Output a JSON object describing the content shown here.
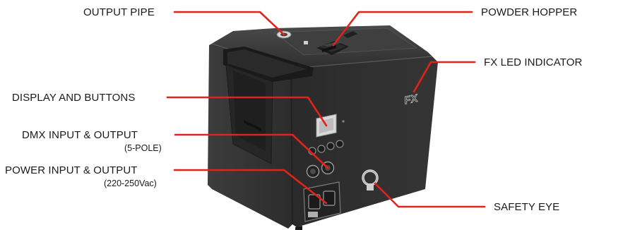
{
  "callouts": {
    "output_pipe": {
      "label": "OUTPUT PIPE"
    },
    "powder_hopper": {
      "label": "POWDER HOPPER"
    },
    "fx_led_indicator": {
      "label": "FX LED INDICATOR"
    },
    "display_and_buttons": {
      "label": "DISPLAY AND BUTTONS"
    },
    "dmx_io": {
      "label": "DMX INPUT & OUTPUT",
      "sub": "(5-POLE)"
    },
    "power_io": {
      "label": "POWER INPUT & OUTPUT",
      "sub": "(220-250Vac)"
    },
    "safety_eye": {
      "label": "SAFETY EYE"
    }
  },
  "device": {
    "side_logo": "FX"
  },
  "colors": {
    "leader": "#e2231a",
    "body_dark": "#2b2b2b",
    "body_mid": "#3a3a3a",
    "text": "#1a1a1a"
  },
  "icons": {
    "hopper": "hopper-icon",
    "pipe": "output-pipe-icon",
    "eye": "safety-eye-icon",
    "dmx": "dmx-connector-icon",
    "power": "power-connector-icon"
  }
}
